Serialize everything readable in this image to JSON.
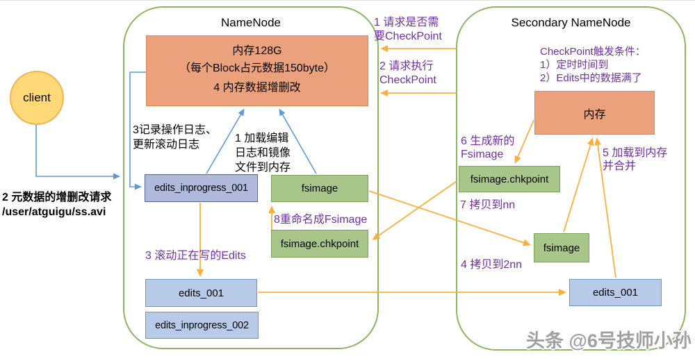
{
  "palette": {
    "container_border": "#8cb55f",
    "orange_box_fill": "#eba17b",
    "green_box_fill": "#a8c58a",
    "dark_blue_box_fill": "#aeb9dc",
    "light_blue_box_fill": "#b7cbe9",
    "client_fill": "#ffd878",
    "arrow_orange": "#fbaf3f",
    "arrow_blue": "#5b9bd5",
    "purple_text": "#7030a0"
  },
  "client": {
    "label": "client"
  },
  "left_note": {
    "line1": "2 元数据的增删改请求",
    "line2": "/user/atguigu/ss.avi"
  },
  "namenode": {
    "title": "NameNode",
    "memory": {
      "line1": "内存128G",
      "line2": "（每个Block占元数据150byte）",
      "line3": "4 内存数据增删改"
    },
    "note_record": [
      "3记录操作日志、",
      "更新滚动日志"
    ],
    "note_load": [
      "1 加载编辑",
      "日志和镜像",
      "文件到内存"
    ],
    "boxes": {
      "edits_inprogress_001": "edits_inprogress_001",
      "fsimage": "fsimage",
      "fsimage_chkpoint": "fsimage.chkpoint",
      "edits_001": "edits_001",
      "edits_inprogress_002": "edits_inprogress_002"
    },
    "label_rename": "8重命名成Fsimage",
    "label_roll": "3 滚动正在写的Edits"
  },
  "middle": {
    "request1": [
      "1 请求是否需",
      "要CheckPoint"
    ],
    "request2": [
      "2 请求执行",
      "CheckPoint"
    ]
  },
  "secondary": {
    "title": "Secondary NameNode",
    "trigger": [
      "CheckPoint触发条件：",
      "1）定时时间到",
      "2）Edits中的数据满了"
    ],
    "memory": "内存",
    "boxes": {
      "fsimage_chkpoint": "fsimage.chkpoint",
      "fsimage": "fsimage",
      "edits_001": "edits_001"
    },
    "label_generate": [
      "6 生成新的",
      "Fsimage"
    ],
    "label_load": [
      "5 加载到内存",
      "并合并"
    ],
    "label_copy_nn": "7 拷贝到nn",
    "label_copy_2nn": "4 拷贝到2nn"
  },
  "watermark": "头条 @6号技师小孙"
}
